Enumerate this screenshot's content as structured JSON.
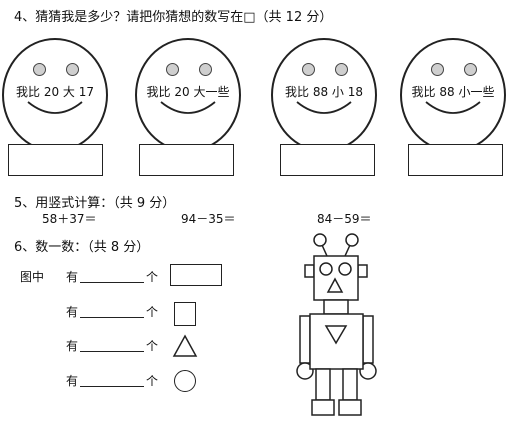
{
  "q4": {
    "title": "4、猜猜我是多少？请把你猜想的数写在□（共 12 分）",
    "faces": [
      {
        "text": "我比 20 大 17"
      },
      {
        "text": "我比 20 大一些"
      },
      {
        "text": "我比 88 小 18"
      },
      {
        "text": "我比 88 小一些"
      }
    ]
  },
  "q5": {
    "title": "5、用竖式计算：（共 9 分）",
    "problems": [
      "58＋37＝",
      "94－35＝",
      "84－59＝"
    ]
  },
  "q6": {
    "title": "6、数一数：（共 8 分）",
    "lead": "图中",
    "have_label": "有",
    "unit_label": "个",
    "shapes": [
      "rectangle-icon",
      "square-icon",
      "triangle-icon",
      "circle-icon"
    ]
  }
}
